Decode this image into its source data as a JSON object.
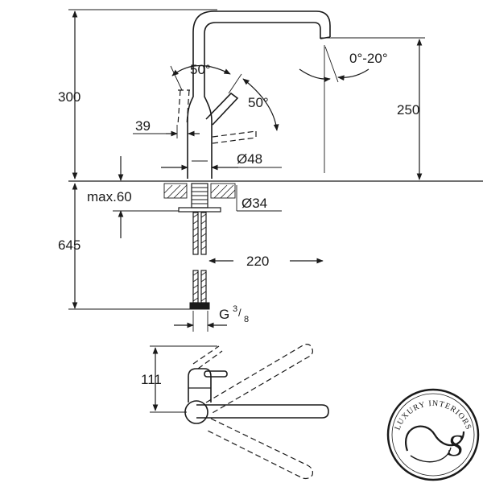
{
  "dimensions": {
    "height_total": "300",
    "spout_height": "250",
    "lever_swing": "50°",
    "lever_tilt": "50°",
    "aerator_tilt": "0°-20°",
    "lever_offset": "39",
    "body_diameter": "Ø48",
    "hole_diameter": "Ø34",
    "max_thickness": "max.60",
    "hose_length": "645",
    "reach": "220",
    "connection": "G",
    "connection_sup": "3",
    "connection_sub": "8",
    "top_offset": "111"
  },
  "logo": {
    "text": "LUXURY INTERIORS",
    "monogram": "S",
    "color": "#1a1a1a"
  },
  "colors": {
    "ink": "#1a1a1a",
    "background": "#ffffff"
  }
}
